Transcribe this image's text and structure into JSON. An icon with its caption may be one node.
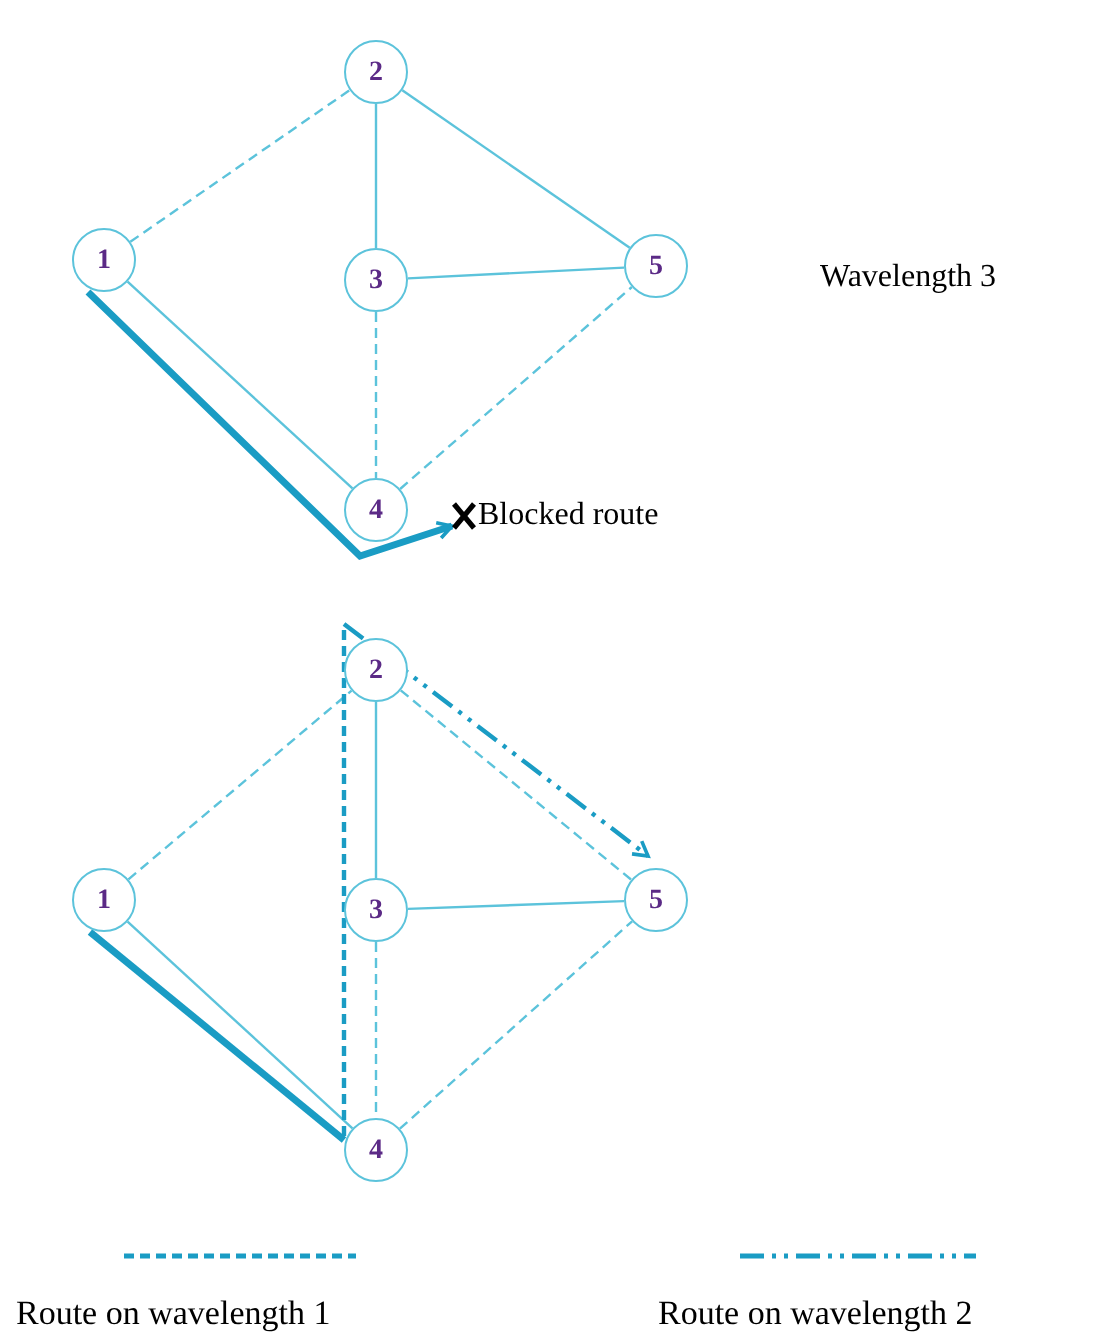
{
  "diagram": {
    "nodes": [
      {
        "text": [
          "2"
        ]
      },
      {
        "text": [
          "1"
        ]
      },
      {
        "text": [
          "3"
        ]
      },
      {
        "text": [
          "5"
        ]
      },
      {
        "text": [
          "4"
        ]
      },
      {
        "text": [
          "Blocked route"
        ]
      },
      {
        "text": [
          "2"
        ]
      },
      {
        "text": [
          "1"
        ]
      },
      {
        "text": [
          "3"
        ]
      },
      {
        "text": [
          "5"
        ]
      },
      {
        "text": [
          "4"
        ]
      }
    ],
    "edges": [
      {
        "from": 1,
        "to": 0,
        "arrow": "none",
        "style": "dashed"
      },
      {
        "from": 0,
        "to": 2,
        "arrow": "none"
      },
      {
        "from": 0,
        "to": 3,
        "arrow": "none"
      },
      {
        "from": 2,
        "to": 3,
        "arrow": "none"
      },
      {
        "from": 2,
        "to": 4,
        "arrow": "none",
        "style": "dashed"
      },
      {
        "from": 1,
        "to": 4,
        "arrow": "none"
      },
      {
        "from": 4,
        "to": 3,
        "arrow": "none",
        "style": "dashed"
      },
      {
        "from": 1,
        "to": 5,
        "arrow": "to",
        "style": "thick",
        "color": "#1a9cc4"
      },
      {
        "from": 7,
        "to": 6,
        "arrow": "none",
        "style": "dashed"
      },
      {
        "from": 6,
        "to": 8,
        "arrow": "none"
      },
      {
        "from": 6,
        "to": 9,
        "arrow": "none",
        "style": "dashed"
      },
      {
        "from": 8,
        "to": 9,
        "arrow": "none"
      },
      {
        "from": 8,
        "to": 10,
        "arrow": "none",
        "style": "dashed"
      },
      {
        "from": 7,
        "to": 10,
        "arrow": "none"
      },
      {
        "from": 10,
        "to": 9,
        "arrow": "none",
        "style": "dashed"
      },
      {
        "from": 7,
        "to": 10,
        "arrow": "none",
        "style": "thick",
        "color": "#1a9cc4"
      },
      {
        "from": 10,
        "to": 6,
        "arrow": "none",
        "style": "dashed",
        "color": "#1a9cc4"
      },
      {
        "from": 6,
        "to": 9,
        "arrow": "to",
        "style": "dashed",
        "color": "#1a9cc4"
      }
    ],
    "labels": [
      "Wavelength 3"
    ],
    "legend": [
      {
        "text": "Route on wavelength 1"
      },
      {
        "text": "Route on wavelength 2"
      }
    ]
  }
}
